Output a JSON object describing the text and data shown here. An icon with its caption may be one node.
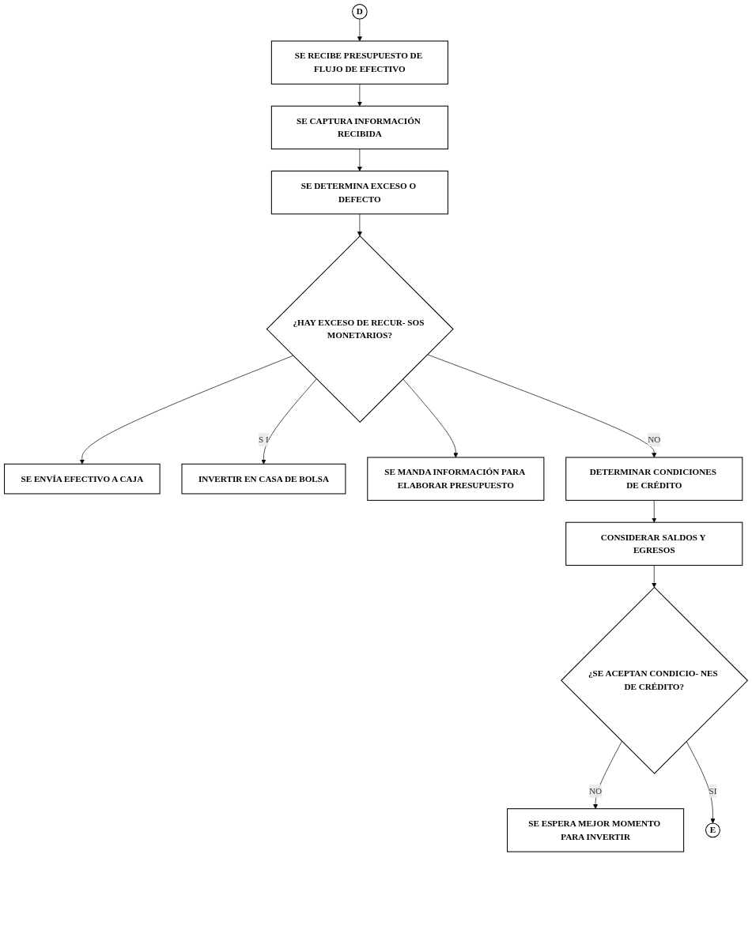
{
  "diagram": {
    "nodes": [
      {
        "text": [
          "D"
        ]
      },
      {
        "text": [
          "SE RECIBE PRESUPUESTO DE FLUJO DE EFECTIVO"
        ]
      },
      {
        "text": [
          "SE CAPTURA INFORMACIÓN RECIBIDA"
        ]
      },
      {
        "text": [
          "SE DETERMINA EXCESO O DEFECTO"
        ]
      },
      {
        "text": [
          "¿HAY EXCESO DE RECUR- SOS MONETARIOS?"
        ]
      },
      {
        "text": [
          "SE ENVÍA EFECTIVO A CAJA"
        ]
      },
      {
        "text": [
          "INVERTIR EN CASA DE BOLSA"
        ]
      },
      {
        "text": [
          "SE MANDA INFORMACIÓN PARA ELABORAR PRESUPUESTO"
        ]
      },
      {
        "text": [
          "DETERMINAR CONDICIONES DE CRÉDITO"
        ]
      },
      {
        "text": [
          "CONSIDERAR SALDOS Y EGRESOS"
        ]
      },
      {
        "text": [
          "¿SE ACEPTAN CONDICIO- NES DE CRÉDITO?"
        ]
      },
      {
        "text": [
          "SE ESPERA MEJOR MOMENTO PARA INVERTIR"
        ]
      },
      {
        "text": [
          "E"
        ]
      }
    ],
    "edges": [
      {
        "from": 0,
        "to": 1,
        "arrow": "to"
      },
      {
        "from": 1,
        "to": 2,
        "arrow": "to"
      },
      {
        "from": 2,
        "to": 3,
        "arrow": "to"
      },
      {
        "from": 3,
        "to": 4,
        "arrow": "to"
      },
      {
        "from": 4,
        "to": 5,
        "arrow": "to"
      },
      {
        "from": 4,
        "to": 6,
        "label": "S I",
        "arrow": "to"
      },
      {
        "from": 4,
        "to": 7,
        "arrow": "to"
      },
      {
        "from": 4,
        "to": 8,
        "label": "NO",
        "arrow": "to"
      },
      {
        "from": 8,
        "to": 9,
        "arrow": "to"
      },
      {
        "from": 9,
        "to": 10,
        "arrow": "to"
      },
      {
        "from": 10,
        "to": 11,
        "label": "NO",
        "arrow": "to"
      },
      {
        "from": 10,
        "to": 12,
        "label": "SI",
        "arrow": "to"
      }
    ]
  }
}
